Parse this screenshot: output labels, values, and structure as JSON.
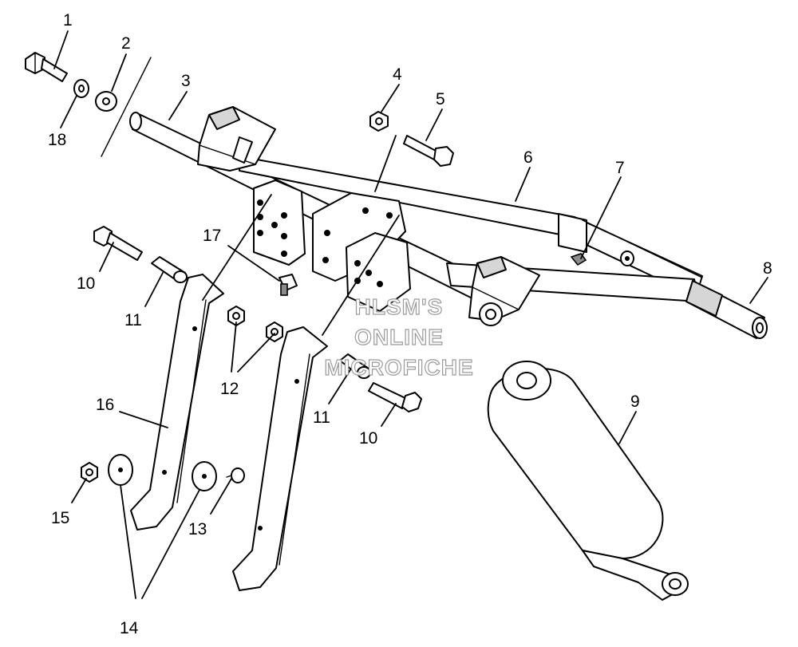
{
  "callouts": [
    "1",
    "2",
    "3",
    "4",
    "5",
    "6",
    "7",
    "8",
    "9",
    "10",
    "10",
    "11",
    "11",
    "12",
    "13",
    "14",
    "15",
    "16",
    "17",
    "18"
  ],
  "watermark": {
    "line1": "HLSM'S",
    "line2": "ONLINE",
    "line3": "MICROFICHE"
  }
}
